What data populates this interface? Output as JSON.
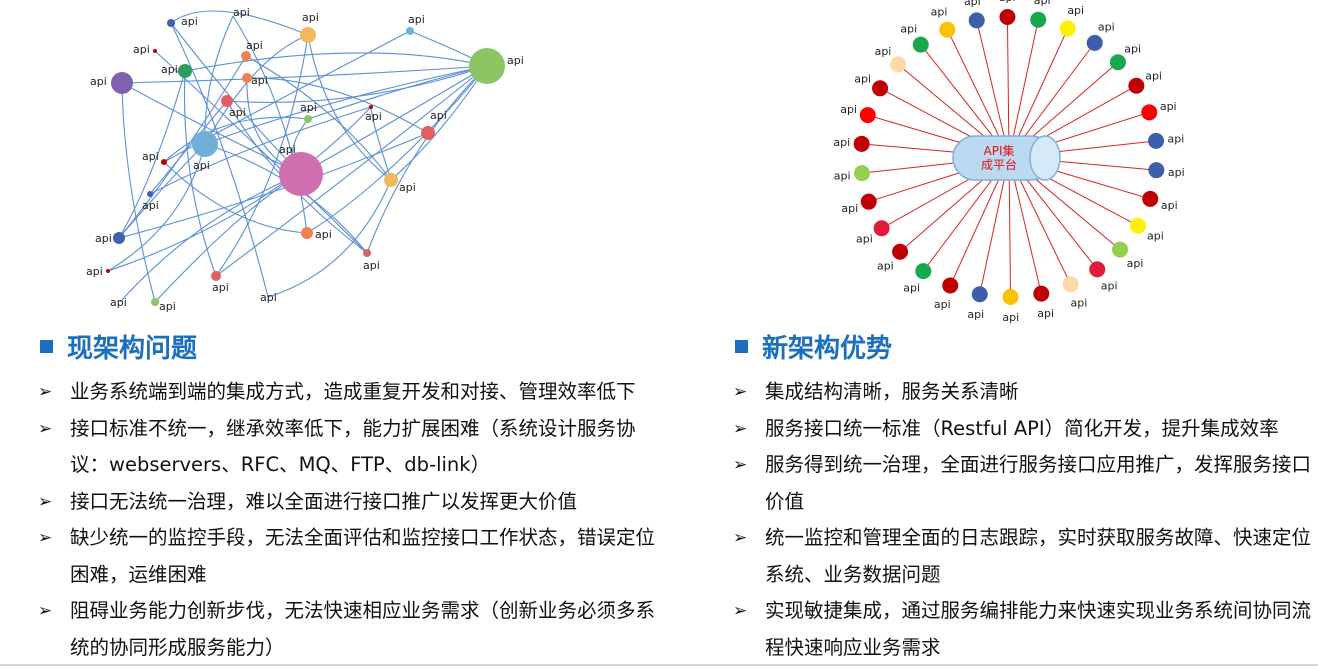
{
  "node_label": "api",
  "hub_label": "API集成平台",
  "left_section": {
    "title": "现架构问题",
    "items": [
      "业务系统端到端的集成方式，造成重复开发和对接、管理效率低下",
      "接口标准不统一，继承效率低下，能力扩展困难（系统设计服务协议：webservers、RFC、MQ、FTP、db-link）",
      "接口无法统一治理，难以全面进行接口推广以发挥更大价值",
      "缺少统一的监控手段，无法全面评估和监控接口工作状态，错误定位困难，运维困难",
      "阻碍业务能力创新步伐，无法快速相应业务需求（创新业务必须多系统的协同形成服务能力）"
    ]
  },
  "right_section": {
    "title": "新架构优势",
    "items": [
      "集成结构清晰，服务关系清晰",
      "服务接口统一标准（Restful API）简化开发，提升集成效率",
      "服务得到统一治理，全面进行服务接口应用推广，发挥服务接口价值",
      "统一监控和管理全面的日志跟踪，实时获取服务故障、快速定位系统、业务数据问题",
      "实现敏捷集成，通过服务编排能力来快速实现业务系统间协同流程快速响应业务需求"
    ]
  },
  "colors": {
    "title_blue": "#1a6fbf",
    "mesh_line": "#5b8fd6",
    "star_line": "#e02020",
    "hub_fill": "#bcd9f2",
    "hub_stroke": "#7fb0dc",
    "hub_text": "#e01010"
  }
}
